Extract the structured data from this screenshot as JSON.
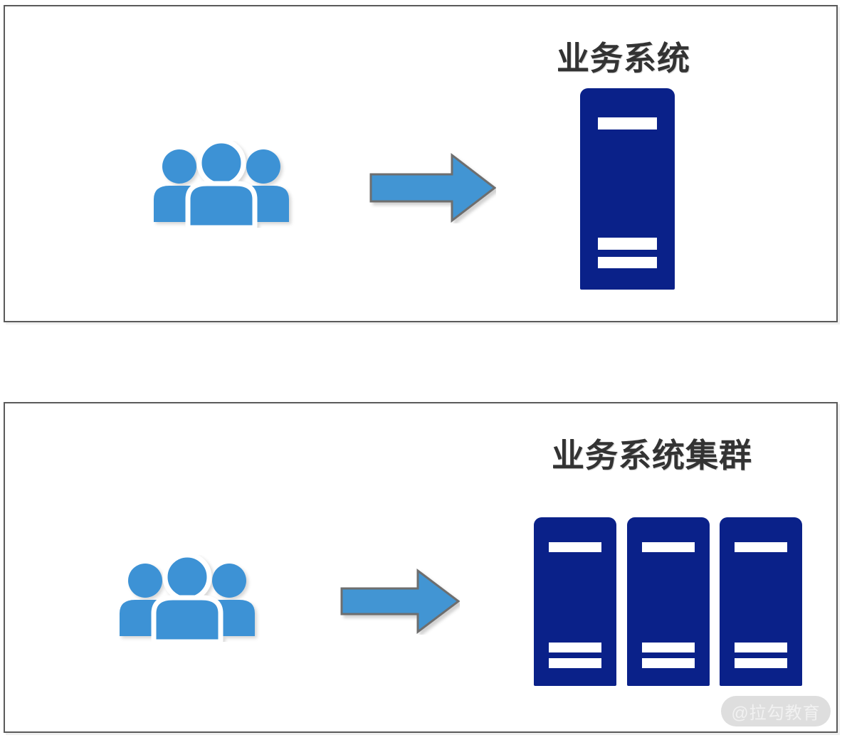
{
  "diagram": {
    "type": "architecture-comparison",
    "panels": [
      {
        "id": "single-server",
        "title": "业务系统",
        "users_icon": "users-group-icon",
        "arrow_icon": "right-arrow-icon",
        "server_count": 1,
        "server_bars_per_unit": 3
      },
      {
        "id": "server-cluster",
        "title": "业务系统集群",
        "users_icon": "users-group-icon",
        "arrow_icon": "right-arrow-icon",
        "server_count": 3,
        "server_bars_per_unit": 3
      }
    ]
  },
  "watermark": {
    "text": "@拉勾教育"
  },
  "colors": {
    "server_navy": "#0a2189",
    "users_blue": "#3c92d5",
    "arrow_fill": "#4295d3",
    "arrow_stroke": "#6e6e6e",
    "panel_border": "#5a5a5a",
    "title_text": "#333333",
    "watermark_bg": "#dedede",
    "watermark_text": "#f1f1f1",
    "background": "#ffffff"
  }
}
